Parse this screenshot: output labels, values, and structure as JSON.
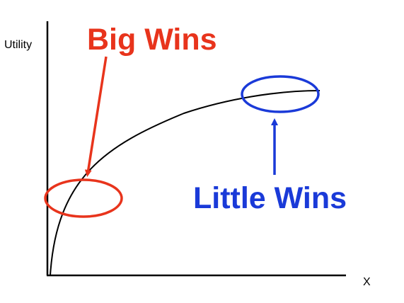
{
  "axes": {
    "y_label": "Utility",
    "x_label": "X"
  },
  "callouts": {
    "big": "Big Wins",
    "little": "Little Wins"
  },
  "colors": {
    "axis": "#000000",
    "curve": "#000000",
    "big": "#e8341c",
    "little": "#1a3ad8"
  }
}
